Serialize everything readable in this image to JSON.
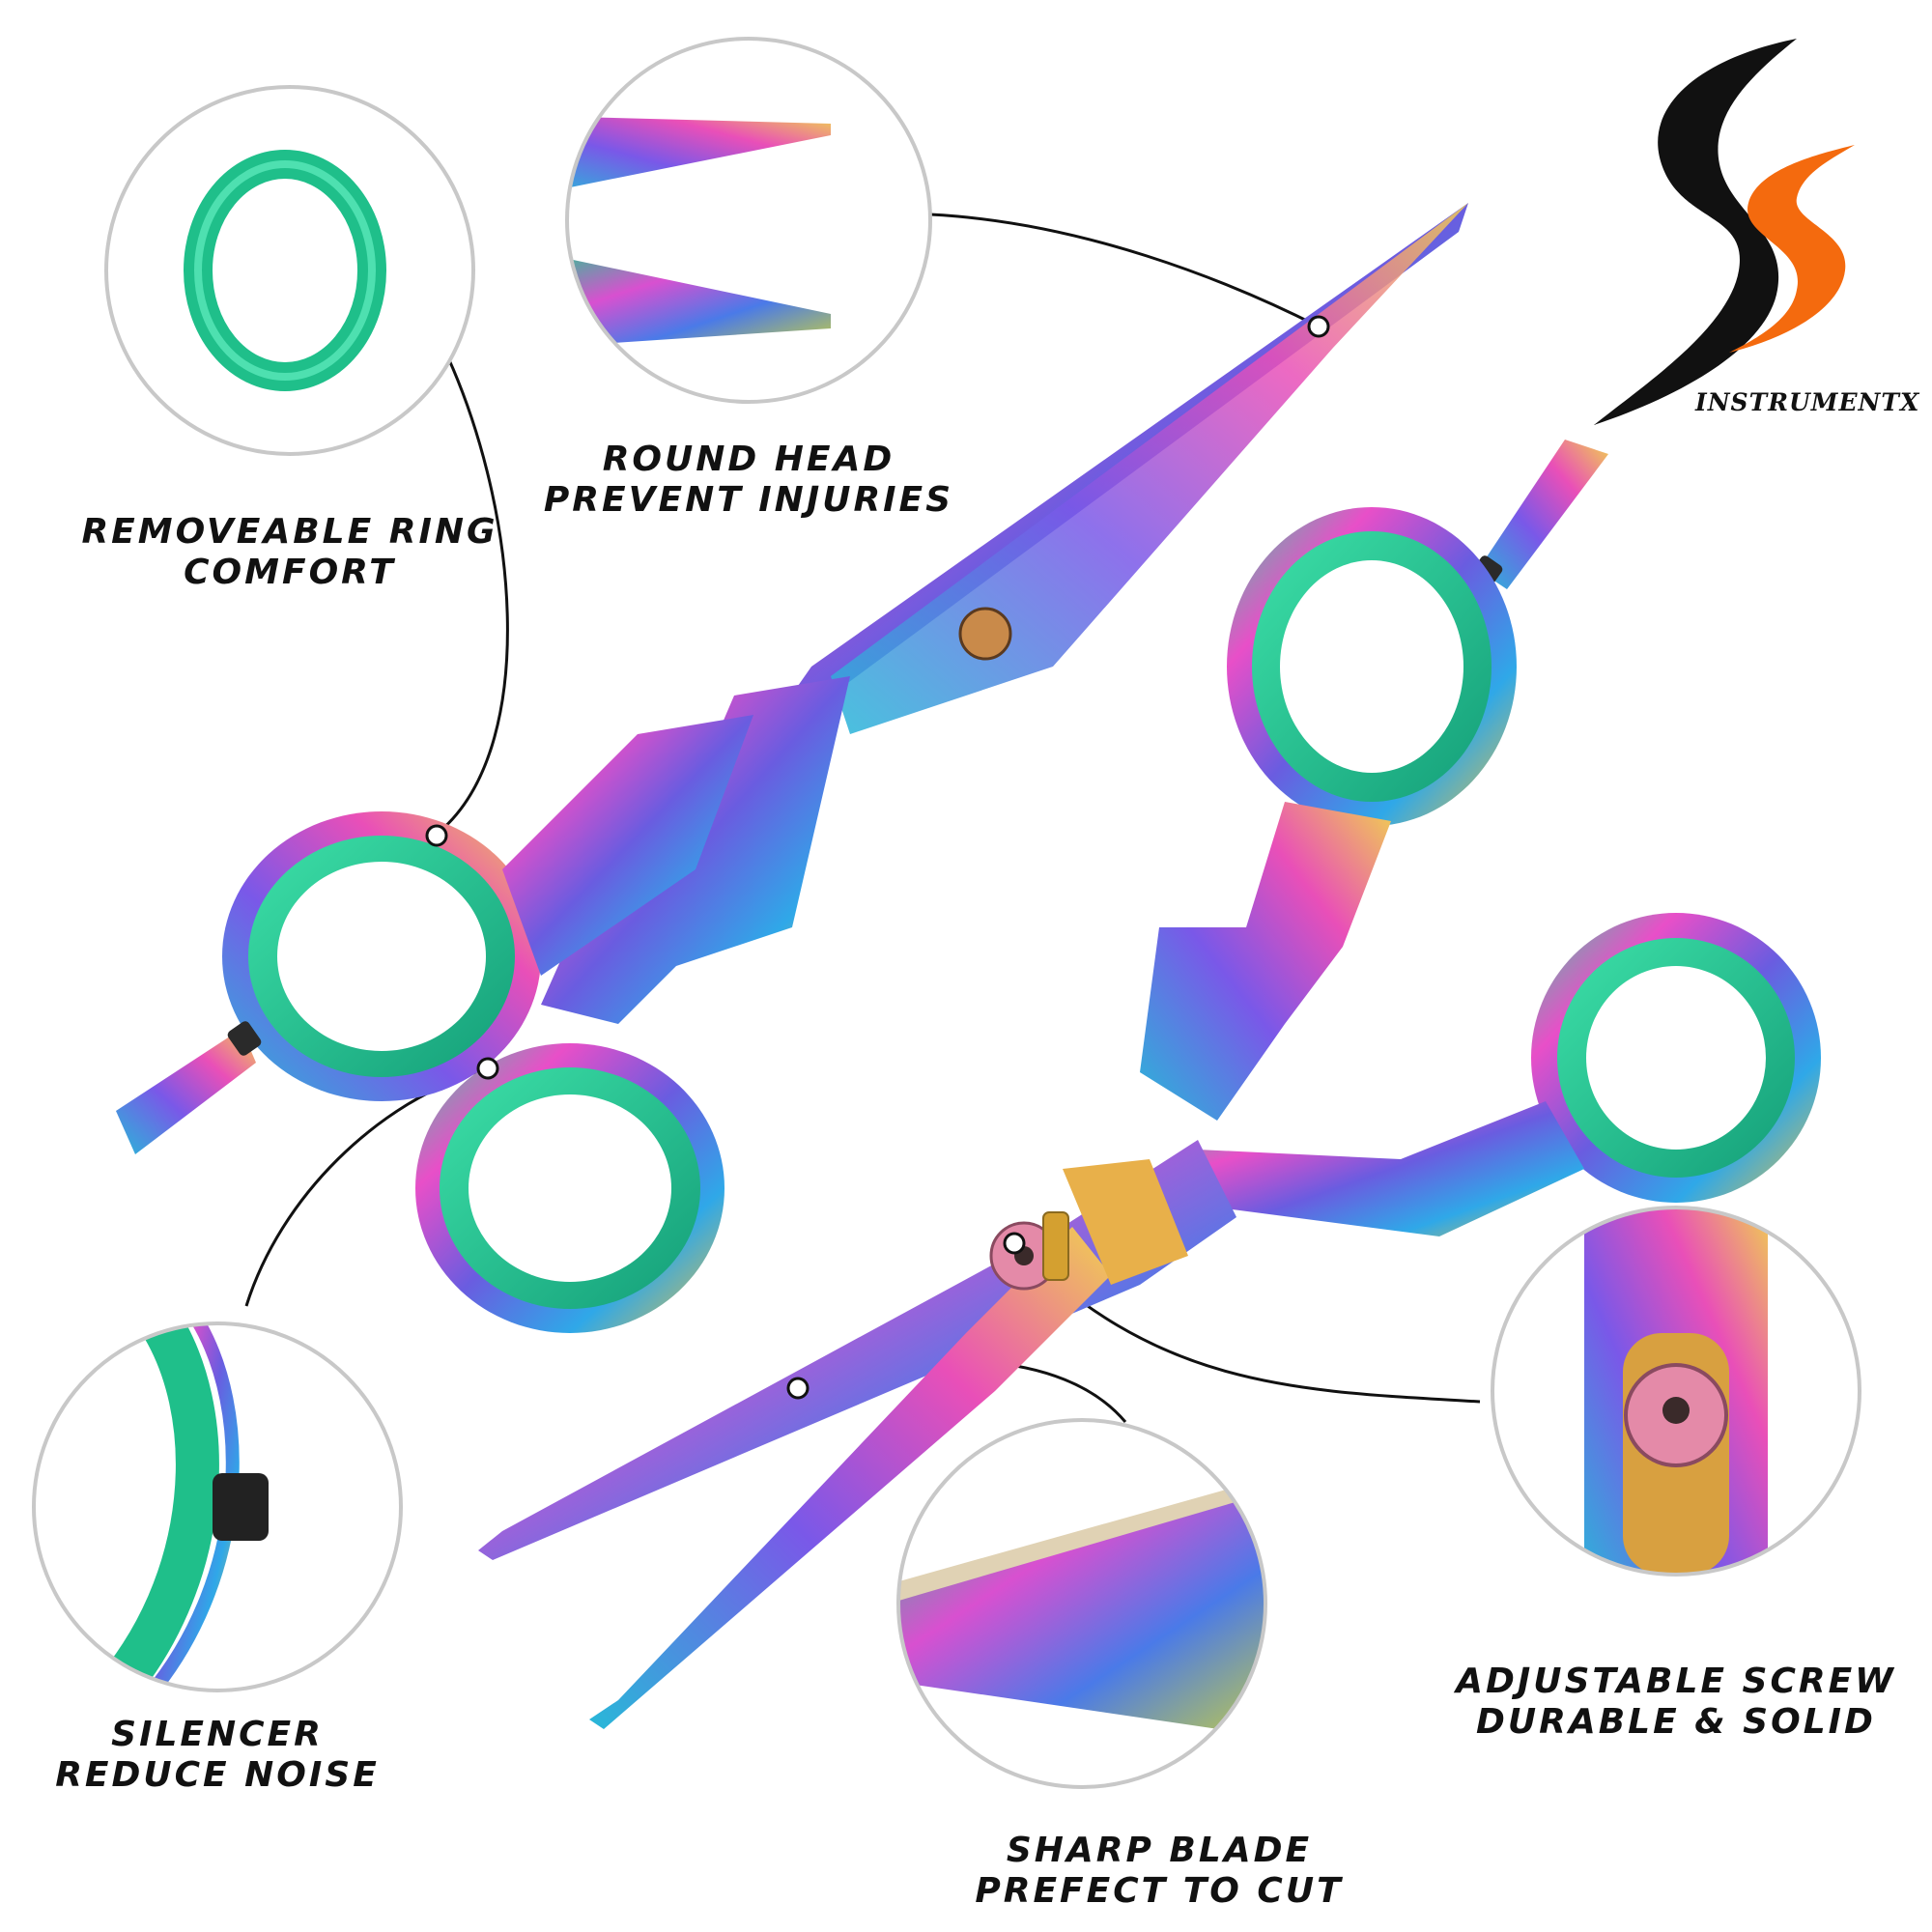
{
  "brand": {
    "name": "INSTRUMENTX"
  },
  "callouts": [
    {
      "id": "removable-ring",
      "line1": "REMOVEABLE RING",
      "line2": "COMFORT"
    },
    {
      "id": "round-head",
      "line1": "ROUND HEAD",
      "line2": "PREVENT INJURIES"
    },
    {
      "id": "silencer",
      "line1": "SILENCER",
      "line2": "REDUCE NOISE"
    },
    {
      "id": "sharp-blade",
      "line1": "SHARP BLADE",
      "line2": "PREFECT TO CUT"
    },
    {
      "id": "adjustable-screw",
      "line1": "ADJUSTABLE SCREW",
      "line2": "DURABLE & SOLID"
    }
  ],
  "colors": {
    "ring_green": "#1fc995",
    "pink": "#e84fc8",
    "blue": "#3b7fe0",
    "gold": "#e0a83a",
    "logo_black": "#111111",
    "logo_orange": "#f46a0e",
    "circle_border": "#c8c8c8"
  }
}
